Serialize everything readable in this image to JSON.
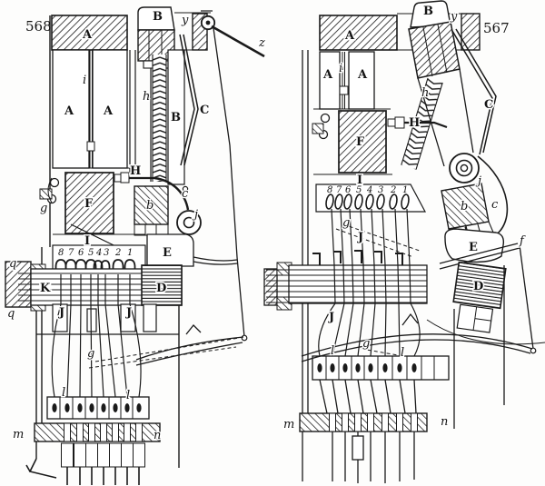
{
  "title": "Engraving of two telegraph-loom needle mechanisms",
  "background": "#fdfdfc",
  "ink": "#1a1a1a",
  "figures": {
    "left": {
      "number": "568",
      "needle_numbers": [
        "8",
        "7",
        "6",
        "5",
        "4",
        "3",
        "2",
        "1"
      ],
      "labels": {
        "A_bar": "A",
        "A_left": "A",
        "A_right": "A",
        "i": "i",
        "B_top": "B",
        "y": "y",
        "z": "z",
        "h": "h",
        "B_bar": "B",
        "C": "C",
        "H": "H",
        "F": "F",
        "g": "g",
        "b": "b",
        "c": "c",
        "j": "j",
        "I": "I",
        "E": "E",
        "q_top": "q",
        "q_bottom": "q",
        "K": "K",
        "D": "D",
        "J_left": "J",
        "J_right": "J",
        "g2": "g",
        "l_left": "l",
        "l_right": "l",
        "m": "m",
        "n": "n"
      }
    },
    "right": {
      "number": "567",
      "needle_numbers": [
        "8",
        "7",
        "6",
        "5",
        "4",
        "3",
        "2",
        "1"
      ],
      "labels": {
        "A_bar": "A",
        "A_left": "A",
        "A_right": "A",
        "i": "i",
        "B_top": "B",
        "y": "y",
        "h": "h",
        "C": "C",
        "H": "H",
        "F": "F",
        "I": "I",
        "g": "g",
        "J_top": "J",
        "j": "j",
        "b": "b",
        "c": "c",
        "E": "E",
        "f": "f",
        "D": "D",
        "J_left": "J",
        "l_left": "l",
        "g2": "g",
        "l_right": "l",
        "m": "m",
        "n": "n"
      }
    }
  }
}
